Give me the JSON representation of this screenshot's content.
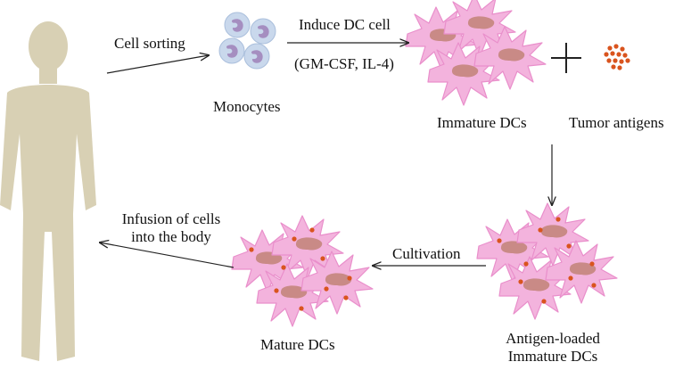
{
  "labels": {
    "cell_sorting": "Cell sorting",
    "induce_dc": "Induce DC cell",
    "cytokines": "(GM-CSF, IL-4)",
    "monocytes": "Monocytes",
    "immature_dcs": "Immature DCs",
    "tumor_antigens": "Tumor antigens",
    "antigen_loaded_1": "Antigen-loaded",
    "antigen_loaded_2": "Immature DCs",
    "cultivation": "Cultivation",
    "mature_dcs": "Mature DCs",
    "infusion_1": "Infusion of cells",
    "infusion_2": "into the body"
  },
  "colors": {
    "silhouette": "#d8d0b4",
    "dc_body": "#f3b3dd",
    "dc_outline": "#e98fcb",
    "nucleus": "#c98a86",
    "antigen": "#d9541e",
    "monocyte_body": "#c9d8ec",
    "monocyte_nucleus": "#a58ec0",
    "arrow": "#222222"
  }
}
